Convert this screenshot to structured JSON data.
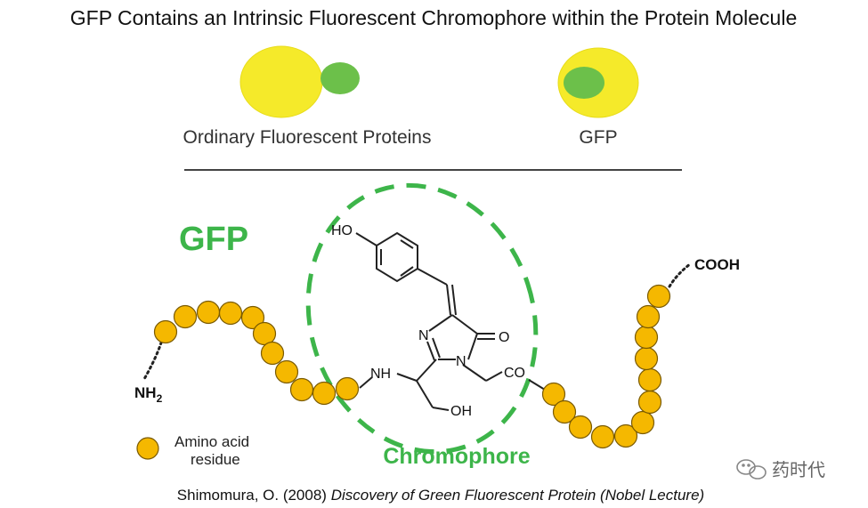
{
  "title": "GFP Contains an Intrinsic Fluorescent Chromophore within the Protein Molecule",
  "top_panel": {
    "ordinary_label": "Ordinary Fluorescent Proteins",
    "gfp_label": "GFP"
  },
  "bottom_panel": {
    "gfp_heading": "GFP",
    "chromophore_label": "Chromophore",
    "cooh": "COOH",
    "nh2_main": "NH",
    "nh2_sub": "2",
    "legend_line1": "Amino acid",
    "legend_line2": "residue",
    "chem": {
      "ho": "HO",
      "n_ring": "N",
      "n_ring2": "N",
      "o": "O",
      "nh": "NH",
      "co": "CO",
      "oh": "OH"
    }
  },
  "citation": {
    "prefix": "Shimomura, O. (2008) ",
    "italic": "Discovery of Green Fluorescent Protein (Nobel Lecture)"
  },
  "watermark": "药时代",
  "colors": {
    "yellow": "#f5ea2a",
    "green": "#6cc04a",
    "bead": "#f5b800",
    "bead_stroke": "#7a5a00",
    "heading_green": "#3db54a"
  }
}
